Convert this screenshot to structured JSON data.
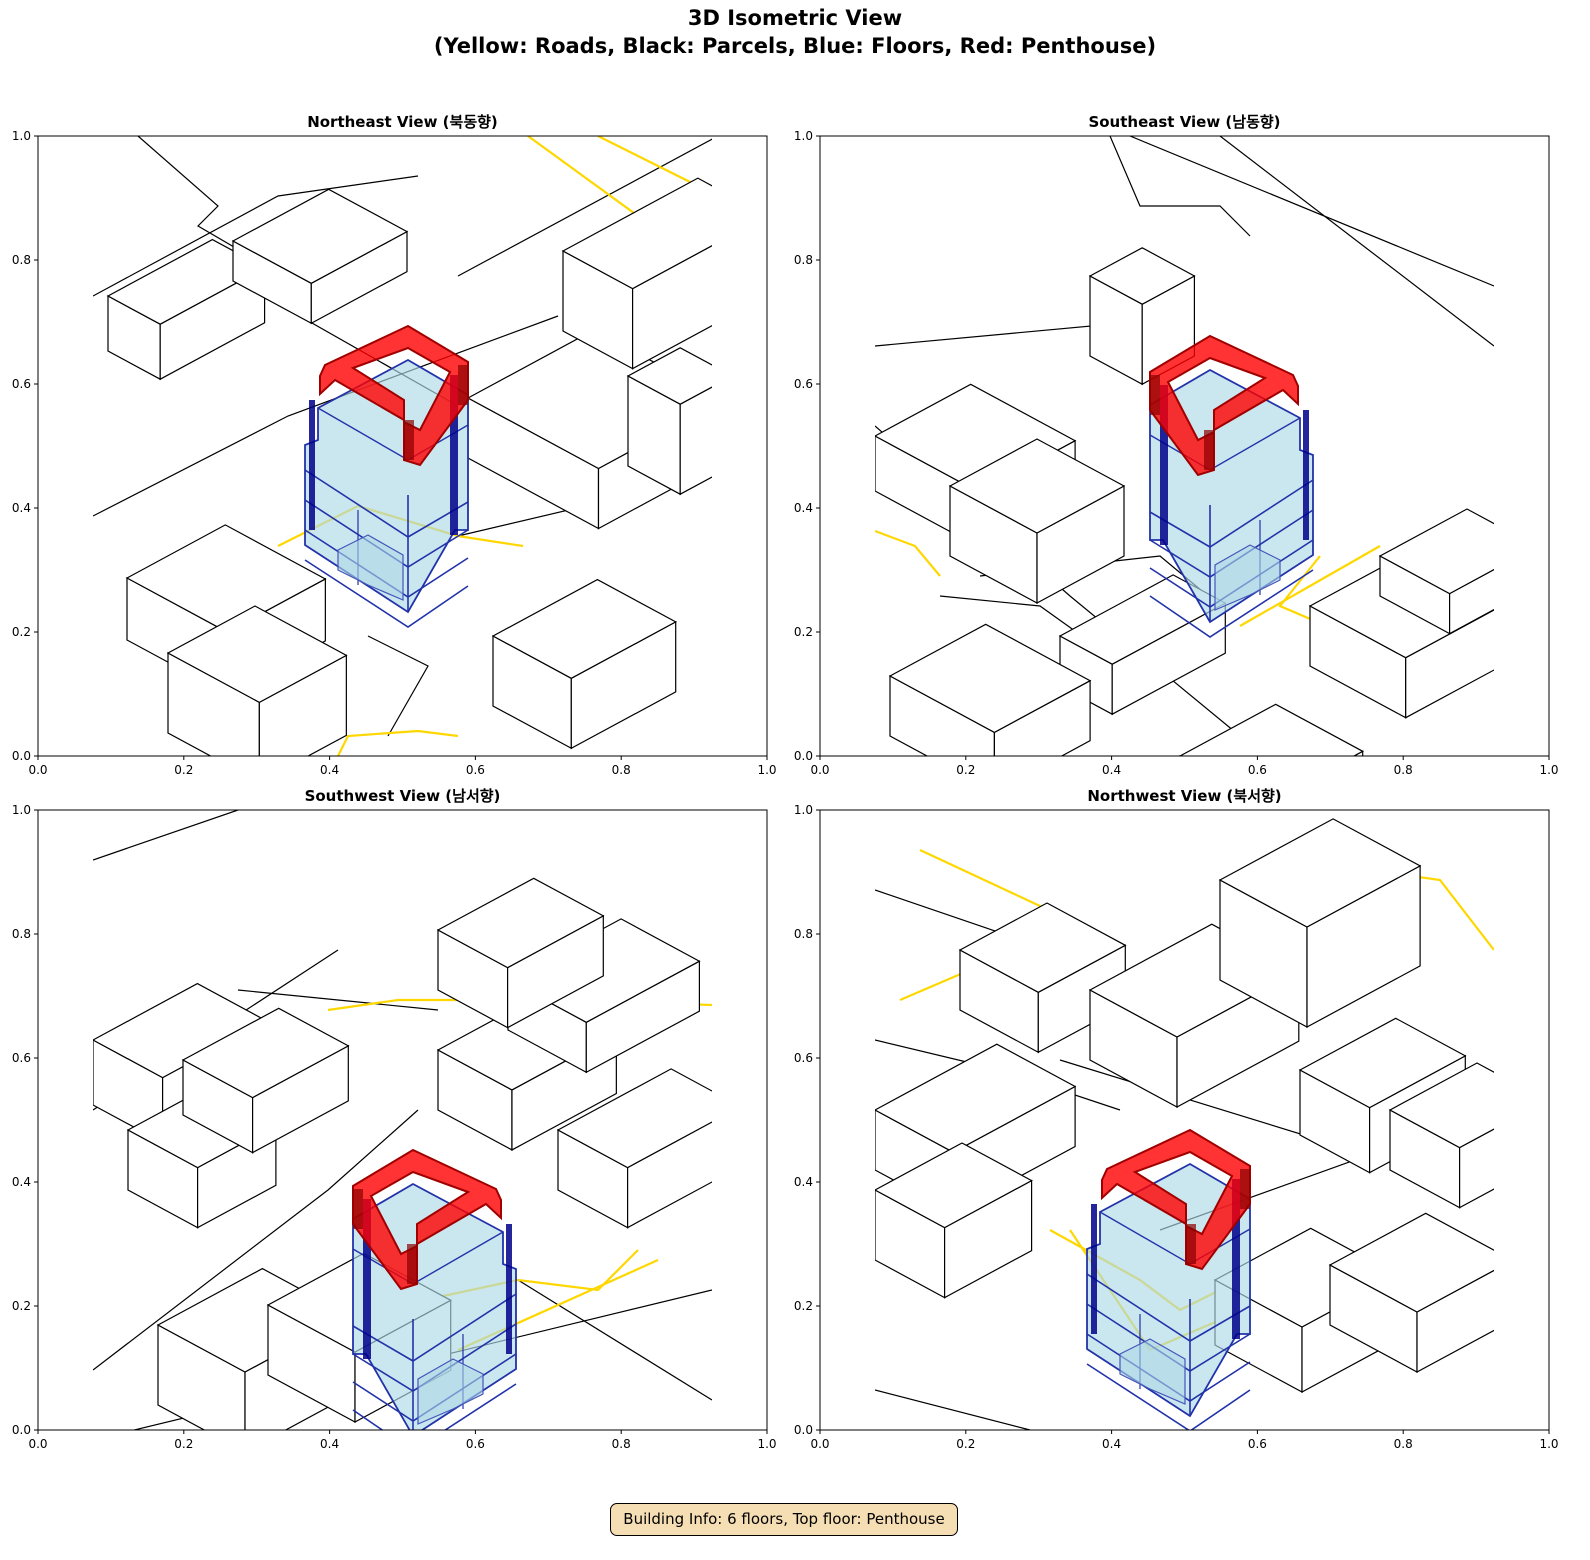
{
  "figure": {
    "title_line1": "3D Isometric View",
    "title_line2": "(Yellow: Roads, Black: Parcels, Blue: Floors, Red: Penthouse)",
    "info_box": "Building Info: 6 floors, Top floor: Penthouse"
  },
  "colors": {
    "road": "#ffd700",
    "road_dark": "#8b7500",
    "parcel": "#000000",
    "floor_fill": "#add8e6",
    "floor_edge": "#00008b",
    "penthouse": "#ff0000"
  },
  "axes": {
    "xlim": [
      0,
      1
    ],
    "ylim": [
      0,
      1
    ],
    "xticks": [
      "0.0",
      "0.2",
      "0.4",
      "0.6",
      "0.8",
      "1.0"
    ],
    "yticks": [
      "0.0",
      "0.2",
      "0.4",
      "0.6",
      "0.8",
      "1.0"
    ]
  },
  "panels": [
    {
      "title": "Northeast View (북동향)"
    },
    {
      "title": "Southeast View (남동향)"
    },
    {
      "title": "Southwest View (남서향)"
    },
    {
      "title": "Northwest View (북서향)"
    }
  ]
}
